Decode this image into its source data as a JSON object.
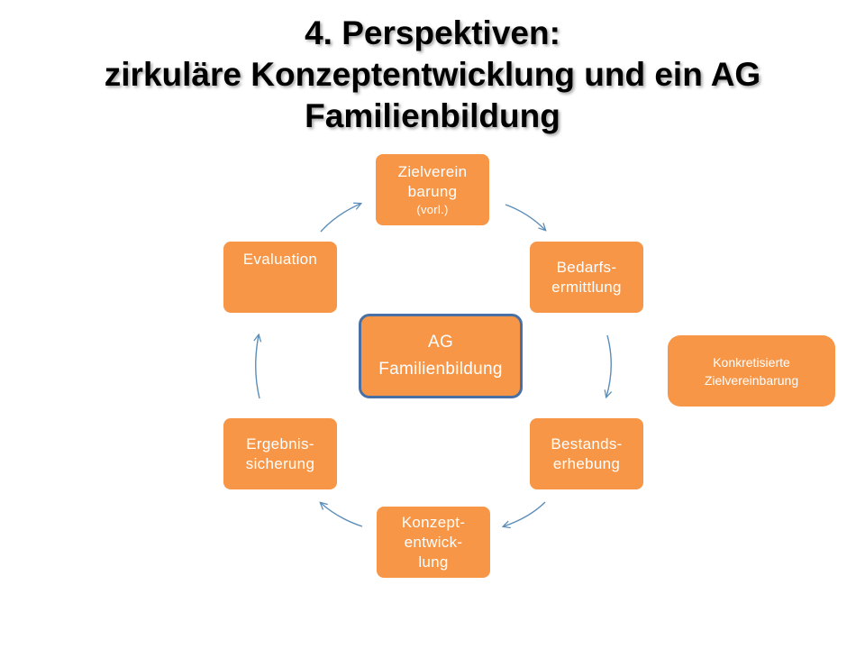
{
  "title": {
    "line1": "4. Perspektiven:",
    "line2": "zirkuläre Konzeptentwicklung und ein AG",
    "line3": "Familienbildung"
  },
  "cycle": {
    "zielvereinbarung": {
      "line1": "Zielverein",
      "line2": "barung",
      "note": "(vorl.)"
    },
    "bedarfsermittlung": {
      "line1": "Bedarfs-",
      "line2": "ermittlung"
    },
    "bestandserhebung": {
      "line1": "Bestands-",
      "line2": "erhebung"
    },
    "konzeptentwicklung": {
      "line1": "Konzept-",
      "line2": "entwick-",
      "line3": "lung"
    },
    "ergebnissicherung": {
      "line1": "Ergebnis-",
      "line2": "sicherung"
    },
    "evaluation": {
      "label": "Evaluation"
    }
  },
  "center": {
    "line1": "AG",
    "line2": "Familienbildung"
  },
  "side_note": {
    "line1": "Konkretisierte",
    "line2": "Zielvereinbarung"
  },
  "colors": {
    "node_fill": "#F79646",
    "center_border": "#4A6FA5",
    "arrow": "#5B8DB8",
    "text_on_node": "#FFFFFF"
  }
}
